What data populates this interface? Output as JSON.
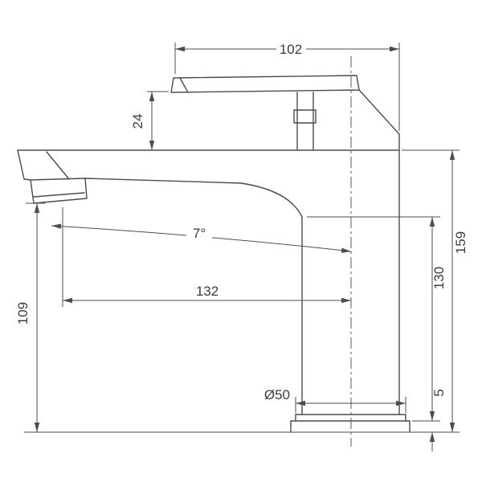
{
  "drawing": {
    "kind": "faucet-technical-dimension-drawing",
    "background": "#ffffff",
    "line_color": "#4b4b4b",
    "dimension_color": "#4d4d4d",
    "dimensions": {
      "top_width": {
        "label": "102"
      },
      "handle_clearance": {
        "label": "24"
      },
      "spout_angle": {
        "label": "7°"
      },
      "spout_reach": {
        "label": "132"
      },
      "spout_outlet_height": {
        "label": "109"
      },
      "base_diameter": {
        "label": "Ø50"
      },
      "body_height": {
        "label": "130"
      },
      "total_height": {
        "label": "159"
      },
      "base_plate_thickness": {
        "label": "5"
      }
    }
  }
}
